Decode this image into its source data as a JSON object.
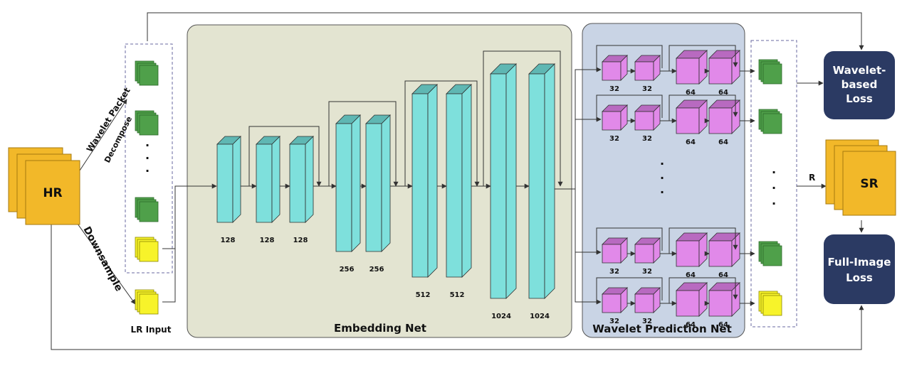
{
  "hr_label": "HR",
  "sr_label": "SR",
  "lr_input_label": "LR Input",
  "wavelet_packet_label": "Wavelet Packet",
  "decompose_label": "Decompose",
  "downsample_label": "Downsample",
  "embedding_net_label": "Embedding Net",
  "wavelet_prediction_net_label": "Wavelet Prediction Net",
  "wavelet_loss_label": [
    "Wavelet-",
    "based",
    "Loss"
  ],
  "full_image_loss_label": [
    "Full-Image",
    "Loss"
  ],
  "r_label": "R",
  "ellipsis": "·",
  "embedding_channels": [
    "128",
    "128",
    "128",
    "256",
    "256",
    "512",
    "512",
    "1024",
    "1024"
  ],
  "branch_channels": [
    [
      "32",
      "32",
      "64",
      "64"
    ],
    [
      "32",
      "32",
      "64",
      "64"
    ],
    [
      "32",
      "32",
      "64",
      "64"
    ],
    [
      "32",
      "32",
      "64",
      "64"
    ]
  ],
  "colors": {
    "embedding_bg": "#e3e4d1",
    "wavelet_bg": "#c9d4e5",
    "loss_box": "#2b3a63",
    "cyan_face": "#7ee0dc",
    "cyan_side": "#3f9a96",
    "magenta_face": "#e189e9",
    "magenta_side": "#9a4fa0",
    "green": "#4fa04a",
    "yellow": "#f7f32a",
    "orange": "#f2b829"
  }
}
